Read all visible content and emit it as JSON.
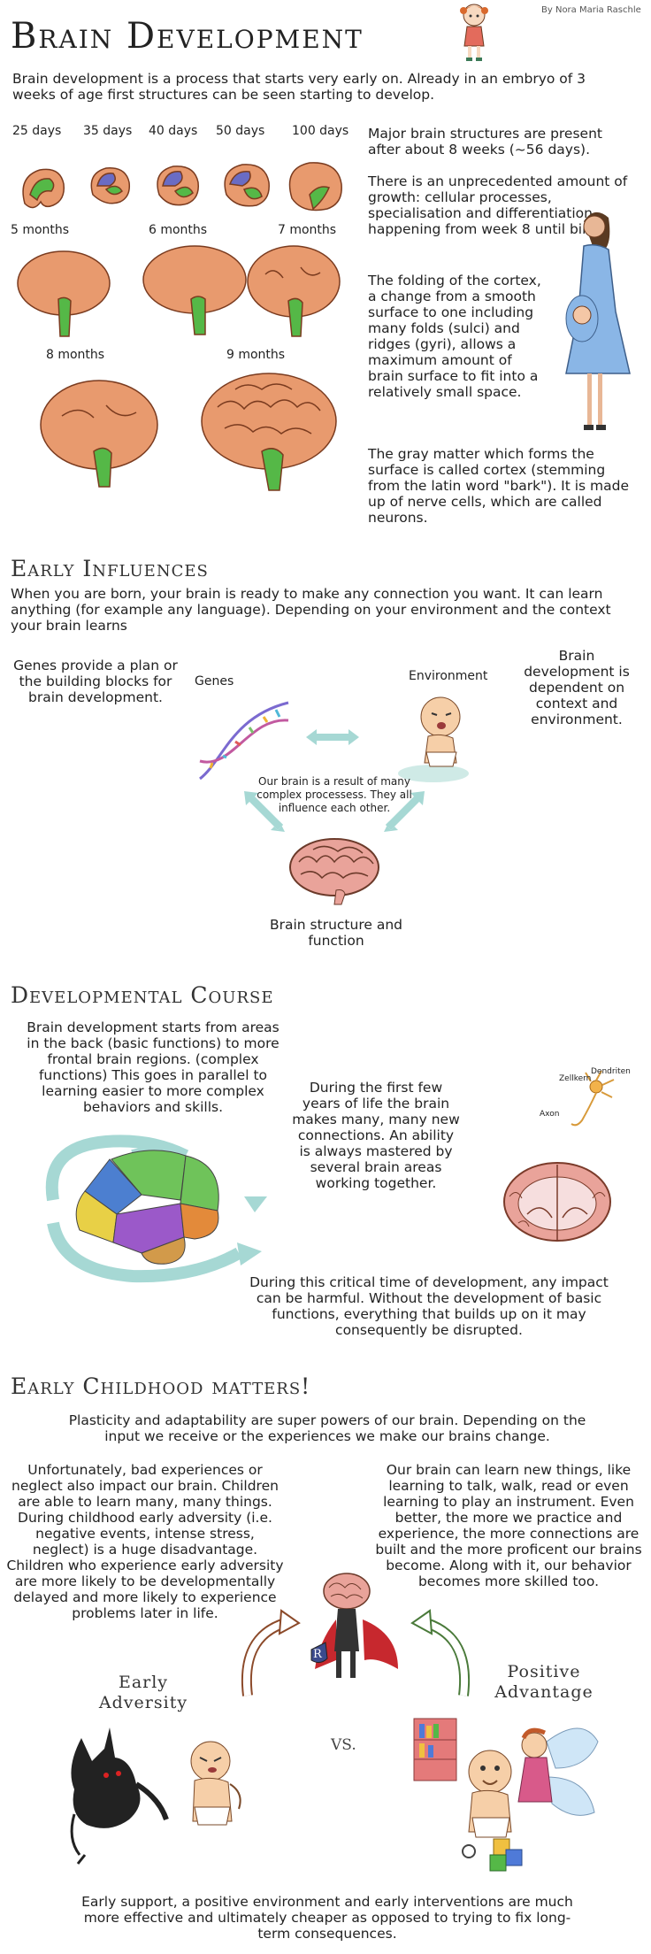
{
  "header": {
    "title": "Brain Development",
    "signature": "By Nora Maria Raschle",
    "intro": "Brain development is a process that starts very early on. Already in an embryo of 3 weeks of age first structures can be seen starting to develop."
  },
  "embryo_stages": [
    "25 days",
    "35 days",
    "40 days",
    "50 days",
    "100 days"
  ],
  "month_stages": [
    "5 months",
    "6 months",
    "7 months",
    "8 months",
    "9 months"
  ],
  "side_text": {
    "p1": "Major brain structures are present after about 8 weeks (~56 days).",
    "p2": "There is an unprecedented amount of growth: cellular processes, specialisation and differentiation happening from week 8 until birth.",
    "p3": "The folding of the cortex, a change from a smooth surface to one including many folds (sulci) and ridges (gyri), allows a maximum amount of brain surface to fit into a relatively small space.",
    "p4": "The gray matter which forms the surface is called cortex (stemming from the latin word \"bark\"). It is made up of nerve cells, which are called neurons."
  },
  "early_influences": {
    "heading": "Early Influences",
    "intro": "When you are born, your brain is ready to make any connection you want. It can learn anything (for example any language). Depending on your environment and the context your brain learns",
    "genes_desc": "Genes provide a plan or the building blocks for brain development.",
    "genes_label": "Genes",
    "environment_label": "Environment",
    "env_desc": "Brain development is dependent on context and environment.",
    "center_note": "Our brain is a result of many complex processess. They all influence each other.",
    "brain_label": "Brain structure and function"
  },
  "developmental_course": {
    "heading": "Developmental Course",
    "p1": "Brain development starts from areas in the back (basic functions) to more frontal brain regions. (complex functions) This goes in parallel to learning easier to more complex behaviors and skills.",
    "p2": "During the first few years of life the brain makes many, many new connections. An ability is always mastered by several brain areas working together.",
    "neuron_labels": [
      "Dendriten",
      "Zellkern",
      "Axon"
    ],
    "p3": "During this critical time of development, any impact can be harmful. Without the development of basic functions, everything that builds up on it may consequently be disrupted."
  },
  "childhood": {
    "heading": "Early Childhood matters!",
    "intro": "Plasticity and adaptability are super powers of our brain. Depending on the input we receive or the experiences we make our brains change.",
    "left": "Unfortunately, bad experiences or neglect also impact our brain. Children are able to learn many, many things. During childhood early adversity (i.e. negative events, intense stress, neglect) is a huge disadvantage. Children who experience early adversity are more likely to be developmentally delayed and more likely to experience problems later in life.",
    "right": "Our brain can learn new things, like learning to talk, walk, read or even learning to play an instrument. Even better, the more we practice and experience, the more connections are built and the more proficent our brains become. Along with it, our behavior becomes more skilled too.",
    "adversity_label": "Early Adversity",
    "advantage_label": "Positive Advantage",
    "vs": "VS.",
    "badge": "R",
    "footer": "Early support, a positive environment and early interventions are much more effective and ultimately cheaper as opposed to trying to fix long-term consequences."
  },
  "colors": {
    "brain_skin": "#e89a6e",
    "brain_outline": "#7a3b1f",
    "stem_green": "#55b847",
    "embryo_purple": "#6a6cc4",
    "arrow_teal": "#a6d8d4",
    "dress_blue": "#8ab6e6"
  }
}
